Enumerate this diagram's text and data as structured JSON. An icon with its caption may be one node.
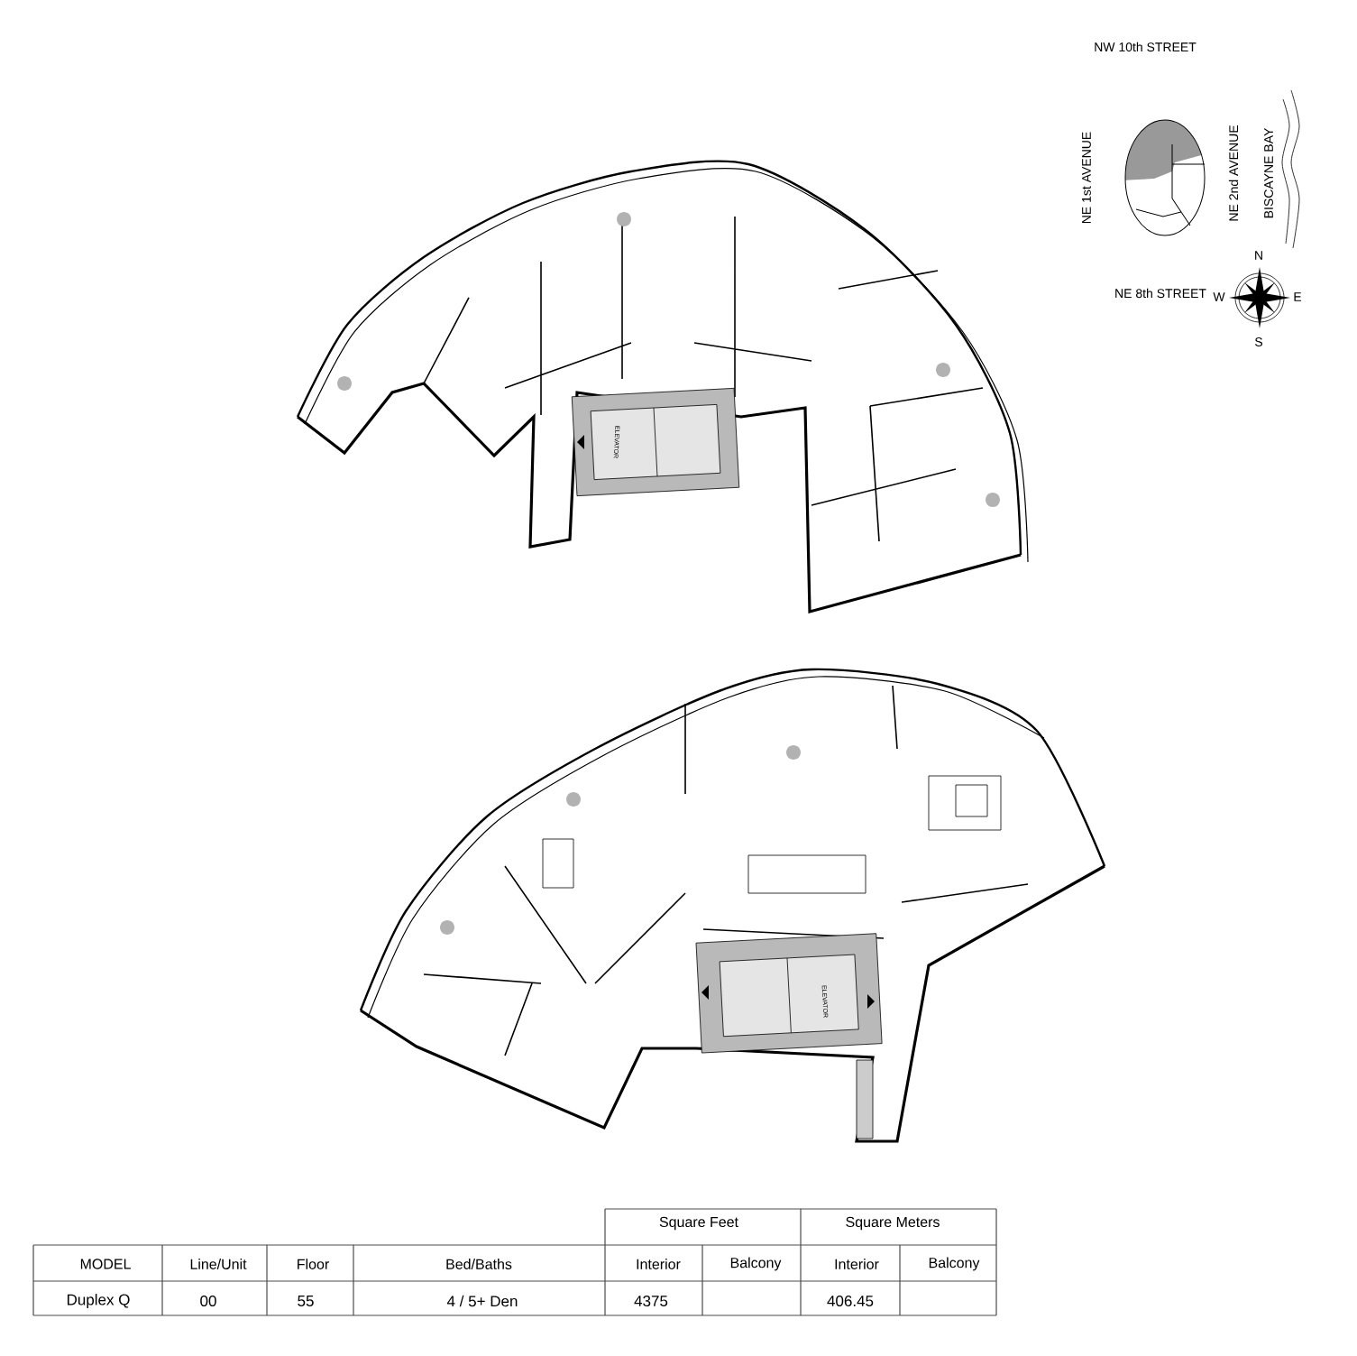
{
  "diagram": {
    "labels": [
      "NW 10th STREET",
      "NE 1st AVENUE",
      "NE 2nd AVENUE",
      "BISCAYNE BAY",
      "N",
      "NE 8th STREET",
      "W",
      "E",
      "S",
      "ELEVATOR",
      "ELEVATOR",
      "Square Feet",
      "Square Meters",
      "MODEL",
      "Line/Unit",
      "Floor",
      "Bed/Baths",
      "Interior",
      "Balcony",
      "Interior",
      "Balcony",
      "Duplex Q",
      "00",
      "55",
      "4 / 5+ Den",
      "4375",
      "406.45"
    ]
  }
}
